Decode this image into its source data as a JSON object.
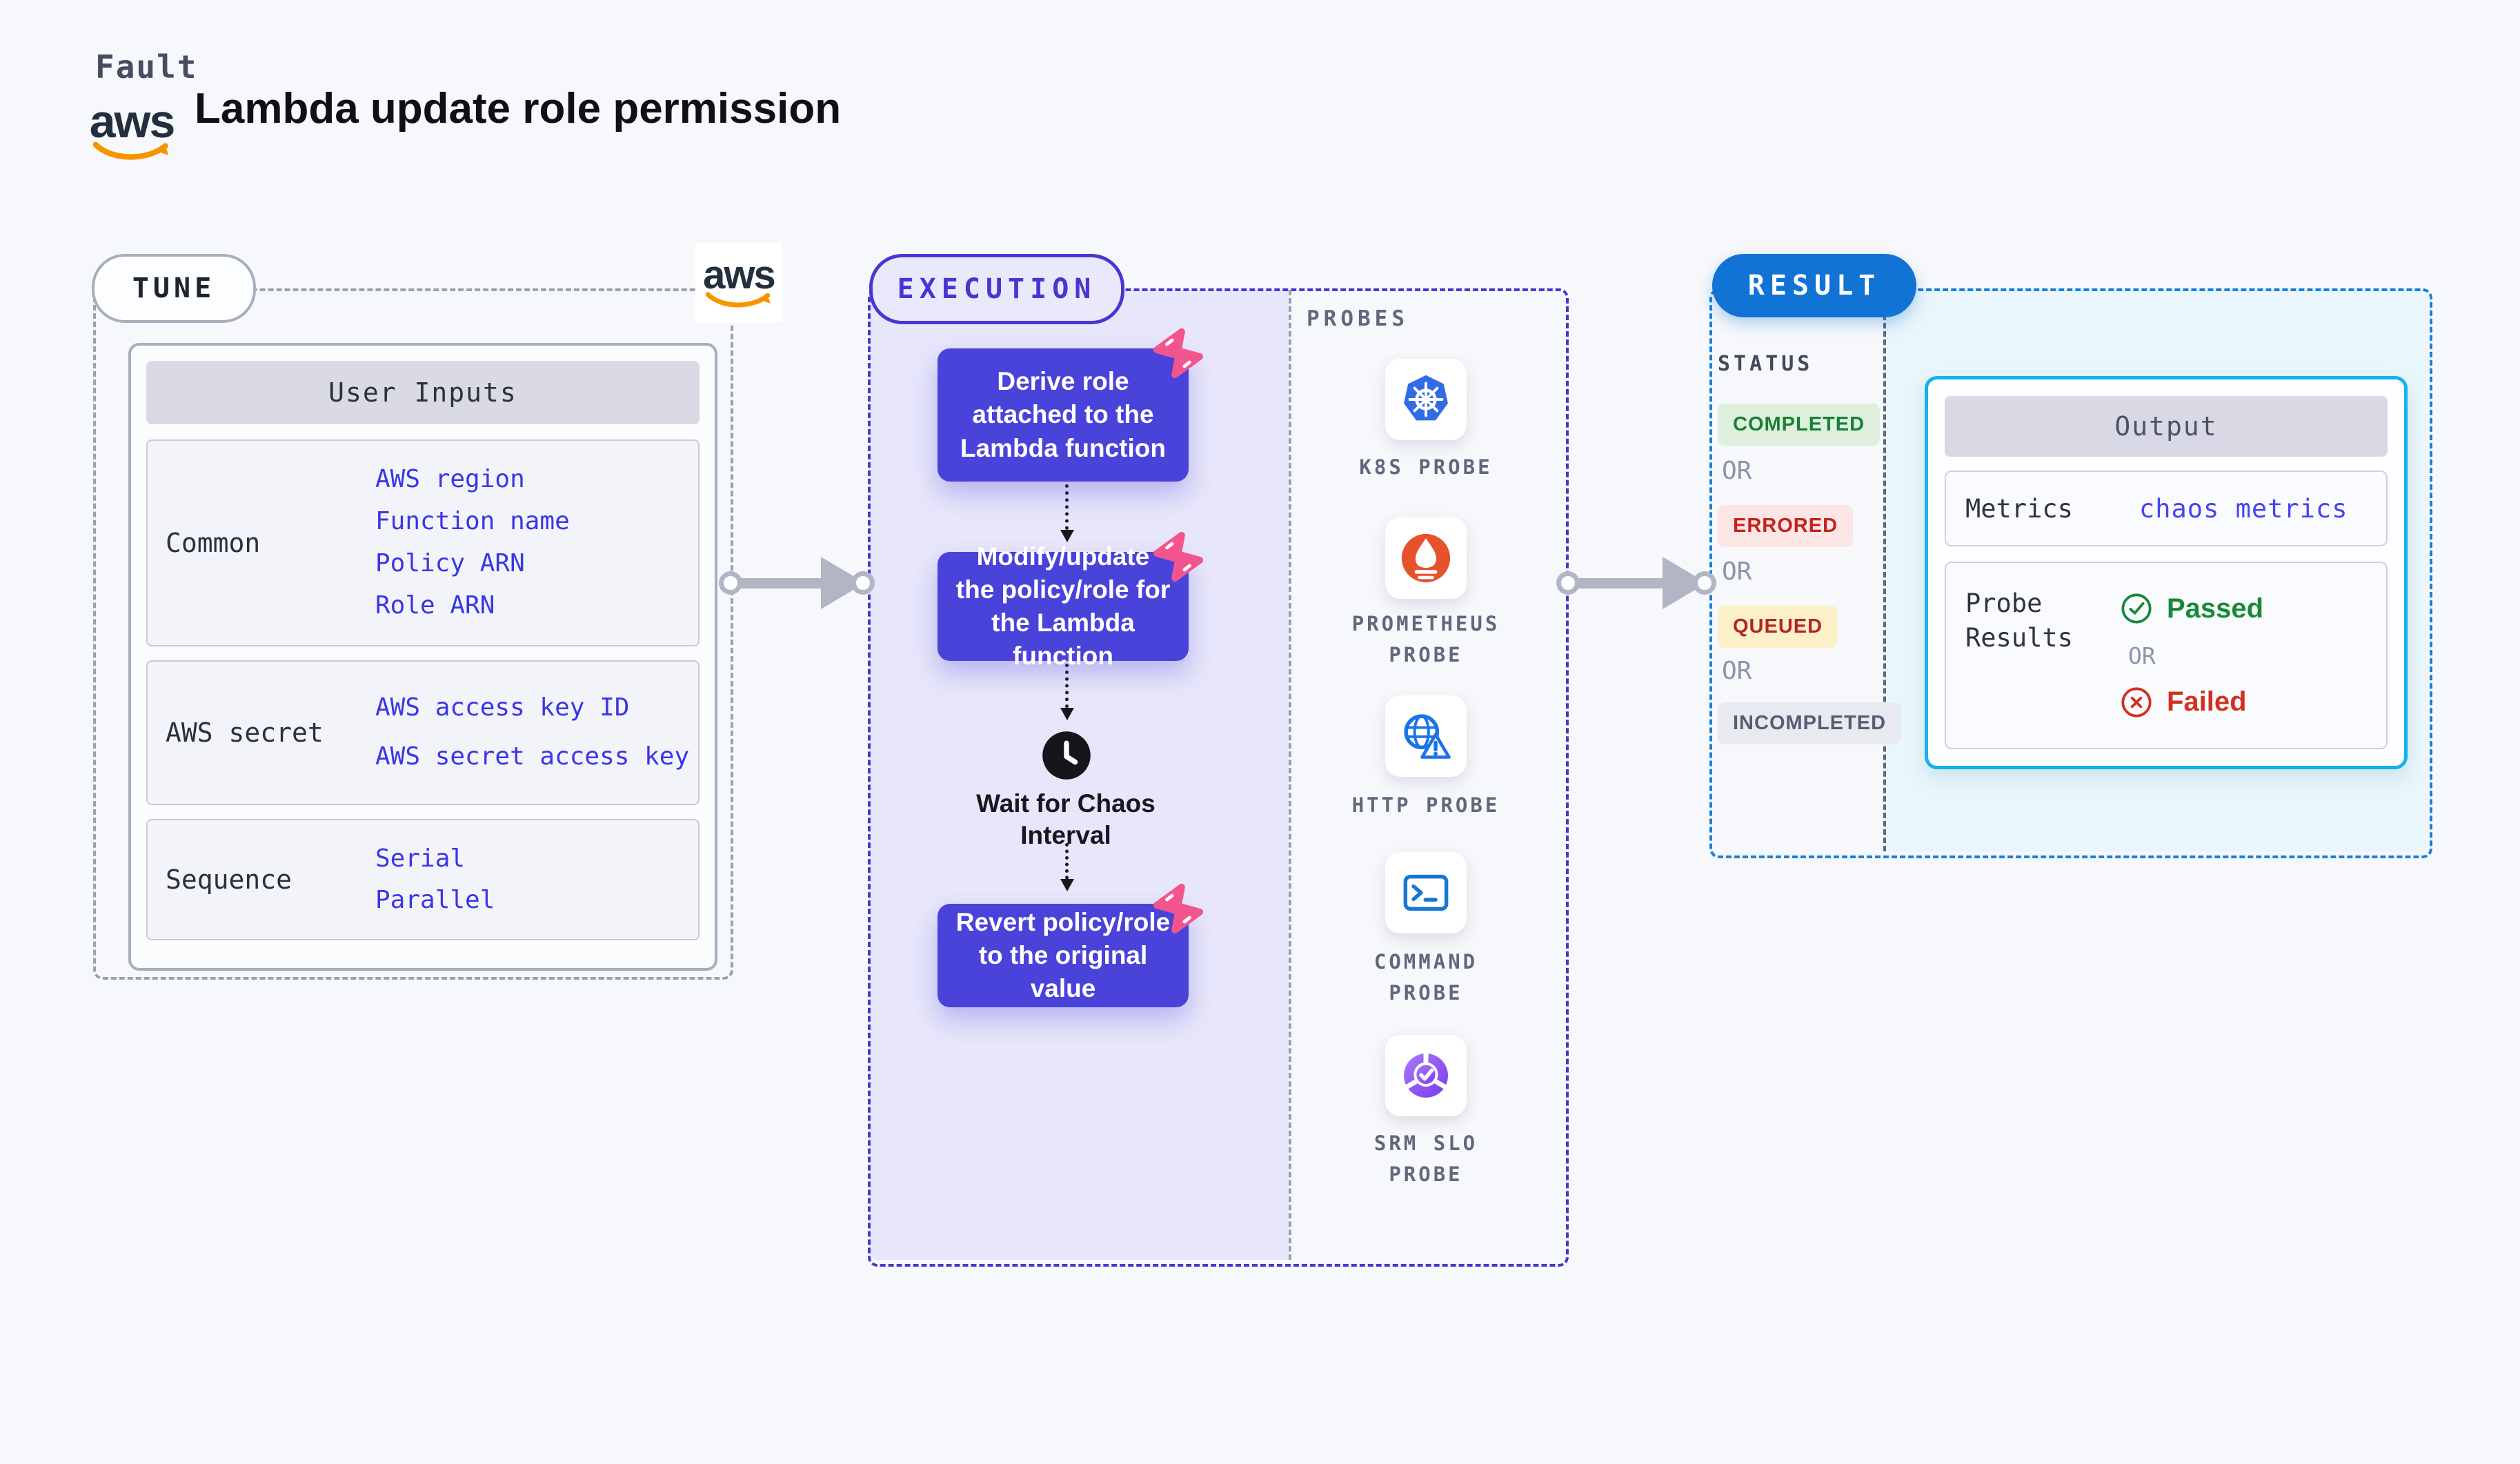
{
  "header": {
    "kicker": "Fault",
    "title": "Lambda update role permission"
  },
  "logos": {
    "aws_wordmark": "aws"
  },
  "tune": {
    "label": "TUNE",
    "user_inputs": {
      "header": "User Inputs",
      "rows": [
        {
          "label": "Common",
          "values": [
            "AWS region",
            "Function name",
            "Policy ARN",
            "Role ARN"
          ]
        },
        {
          "label": "AWS secret",
          "values": [
            "AWS access key ID",
            "AWS secret access key"
          ]
        },
        {
          "label": "Sequence",
          "values": [
            "Serial",
            "Parallel"
          ]
        }
      ]
    }
  },
  "execution": {
    "label": "EXECUTION",
    "steps": [
      {
        "text": "Derive role attached to the Lambda function"
      },
      {
        "text": "Modify/update the policy/role for the Lambda function"
      },
      {
        "text": "Revert policy/role to the original value"
      }
    ],
    "wait_label": "Wait for Chaos Interval",
    "probes": {
      "title": "PROBES",
      "items": [
        {
          "icon": "kubernetes-icon",
          "label": "K8S PROBE"
        },
        {
          "icon": "prometheus-icon",
          "label": "PROMETHEUS PROBE"
        },
        {
          "icon": "http-globe-warning-icon",
          "label": "HTTP PROBE"
        },
        {
          "icon": "terminal-icon",
          "label": "COMMAND PROBE"
        },
        {
          "icon": "slo-pie-check-icon",
          "label": "SRM SLO PROBE"
        }
      ]
    }
  },
  "result": {
    "label": "RESULT",
    "status_title": "STATUS",
    "or_label": "OR",
    "statuses": [
      {
        "label": "COMPLETED",
        "tone": "green"
      },
      {
        "label": "ERRORED",
        "tone": "red"
      },
      {
        "label": "QUEUED",
        "tone": "yellow"
      },
      {
        "label": "INCOMPLETED",
        "tone": "gray"
      }
    ],
    "output": {
      "header": "Output",
      "metrics_label": "Metrics",
      "metrics_value": "chaos metrics",
      "probe_results_label": "Probe Results",
      "passed_label": "Passed",
      "or_label": "OR",
      "failed_label": "Failed"
    }
  },
  "colors": {
    "page_bg": "#f7f8fb",
    "indigo_accent": "#4538d2",
    "step_fill": "#4a43d9",
    "lavender_bg": "#e7e6fa",
    "result_blue": "#1173d4",
    "cyan_border": "#16b2e9",
    "cyan_bg": "#e9f6fb",
    "link_blue": "#3a36e6",
    "passed_green": "#178a38",
    "failed_red": "#d33020",
    "completed_green": "#1a7f37",
    "errored_red": "#c5221f",
    "queued_red": "#b3261e",
    "incompleted_gray": "#565c72",
    "aws_orange": "#f79400",
    "aws_navy": "#232f3e",
    "pink_badge": "#f2558e",
    "arrow_gray": "#b3b5c4"
  }
}
